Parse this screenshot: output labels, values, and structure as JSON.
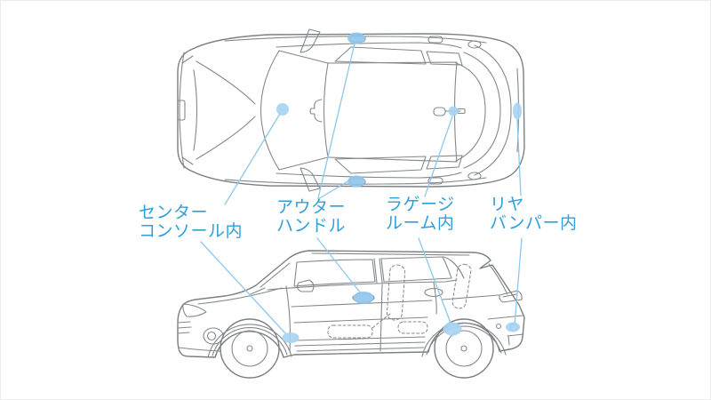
{
  "colors": {
    "label_blue": "#2f9fd9",
    "leader_line_blue": "#8cc8ec",
    "marker_light_blue": "#a6d4f1",
    "marker_deep_blue": "#8fc7ea",
    "car_line_gray": "#84888b",
    "background": "#ffffff"
  },
  "labels": [
    {
      "id": "center-console",
      "line1": "センター",
      "line2": "コンソール内"
    },
    {
      "id": "outer-handle",
      "line1": "アウター",
      "line2": "ハンドル"
    },
    {
      "id": "luggage-room",
      "line1": "ラゲージ",
      "line2": "ルーム内"
    },
    {
      "id": "rear-bumper",
      "line1": "リヤ",
      "line2": "バンパー内"
    }
  ],
  "diagram_data": {
    "type": "vehicle-location-diagram",
    "views": [
      "top-view",
      "side-view"
    ],
    "locations": [
      {
        "label": "センター コンソール内",
        "markers": [
          "top-view windshield/console dot",
          "side-view front rocker oval"
        ]
      },
      {
        "label": "アウター ハンドル",
        "markers": [
          "top-view left door handle",
          "top-view right door handle",
          "side-view front door handle"
        ]
      },
      {
        "label": "ラゲージ ルーム内",
        "markers": [
          "top-view key icon dot",
          "side-view floor ahead of rear wheel"
        ]
      },
      {
        "label": "リヤ バンパー内",
        "markers": [
          "top-view rear edge oval",
          "side-view rear bumper oval"
        ]
      }
    ]
  }
}
